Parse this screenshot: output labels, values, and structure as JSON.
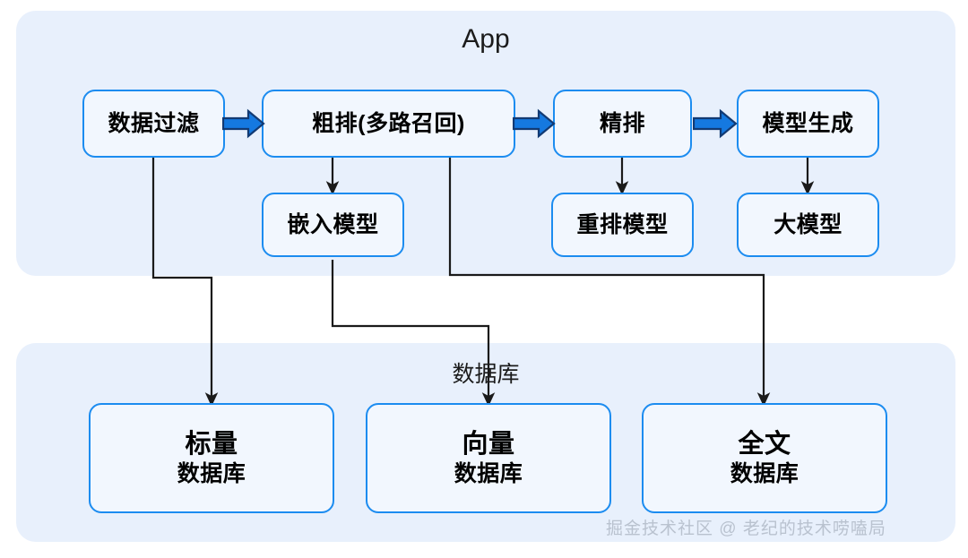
{
  "diagram": {
    "groups": [
      {
        "id": "app",
        "title": "App",
        "title_font_size": 30
      },
      {
        "id": "db",
        "title": "数据库",
        "title_font_size": 25
      }
    ],
    "app_nodes_row1": [
      {
        "id": "data-filter",
        "label": "数据过滤"
      },
      {
        "id": "coarse-rank",
        "label": "粗排(多路召回)"
      },
      {
        "id": "fine-rank",
        "label": "精排"
      },
      {
        "id": "model-gen",
        "label": "模型生成"
      }
    ],
    "app_nodes_row2": [
      {
        "id": "embedding-model",
        "label": "嵌入模型"
      },
      {
        "id": "rerank-model",
        "label": "重排模型"
      },
      {
        "id": "large-model",
        "label": "大模型"
      }
    ],
    "db_nodes": [
      {
        "id": "scalar-db",
        "line1": "标量",
        "line2": "数据库"
      },
      {
        "id": "vector-db",
        "line1": "向量",
        "line2": "数据库"
      },
      {
        "id": "fulltext-db",
        "line1": "全文",
        "line2": "数据库"
      }
    ],
    "flow_arrows": [
      {
        "id": "arrow-filter-to-coarse",
        "from": "data-filter",
        "to": "coarse-rank"
      },
      {
        "id": "arrow-coarse-to-fine",
        "from": "coarse-rank",
        "to": "fine-rank"
      },
      {
        "id": "arrow-fine-to-modelgen",
        "from": "fine-rank",
        "to": "model-gen"
      }
    ],
    "connectors": [
      {
        "id": "conn-coarse-to-embedding",
        "from": "coarse-rank",
        "to": "embedding-model"
      },
      {
        "id": "conn-fine-to-rerank",
        "from": "fine-rank",
        "to": "rerank-model"
      },
      {
        "id": "conn-modelgen-to-large",
        "from": "model-gen",
        "to": "large-model"
      },
      {
        "id": "conn-filter-to-scalar-db",
        "from": "data-filter",
        "to": "scalar-db"
      },
      {
        "id": "conn-embedding-to-vector-db",
        "from": "embedding-model",
        "to": "vector-db"
      },
      {
        "id": "conn-coarse-to-fulltext-db",
        "from": "coarse-rank",
        "to": "fulltext-db"
      }
    ],
    "colors": {
      "panel_background": "#e8f0fc",
      "node_background": "#f2f7fe",
      "node_border": "#1c8cf0",
      "flow_arrow_fill": "#1579e0",
      "flow_arrow_stroke": "#123a73",
      "connector_line": "#1a1a1a",
      "text": "#000000",
      "watermark": "#b9c2cf"
    }
  },
  "watermark": {
    "text": "掘金技术社区 @ 老纪的技术唠嗑局"
  }
}
